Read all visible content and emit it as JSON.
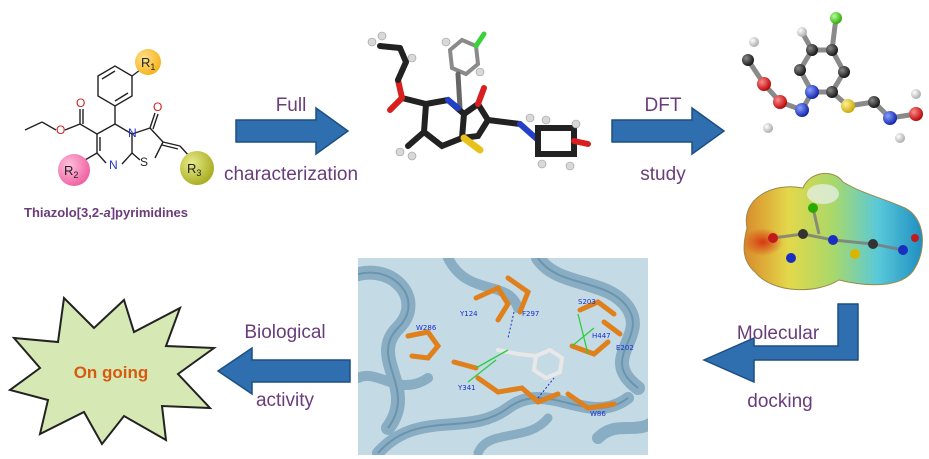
{
  "compound_class": {
    "label_before": "Thiazolo[3,2-",
    "label_italic": "a",
    "label_after": "]pyrimidines"
  },
  "substituents": {
    "r1": "R",
    "r1_sub": "1",
    "r2": "R",
    "r2_sub": "2",
    "r3": "R",
    "r3_sub": "3"
  },
  "atoms": {
    "n": "N",
    "s": "S",
    "o": "O"
  },
  "steps": {
    "characterization_line1": "Full",
    "characterization_line2": "characterization",
    "dft_line1": "DFT",
    "dft_line2": "study",
    "docking_line1": "Molecular",
    "docking_line2": "docking",
    "bio_line1": "Biological",
    "bio_line2": "activity"
  },
  "status": {
    "label": "On going"
  },
  "residues": {
    "w286": "W286",
    "y124": "Y124",
    "f297": "F297",
    "s203": "S203",
    "h447": "H447",
    "e202": "E202",
    "y341": "Y341",
    "w86": "W86"
  },
  "colors": {
    "arrow_blue": "#2f6fb0",
    "label_purple": "#6a3d7a",
    "r1_ball": "#f6b21b",
    "r2_ball": "#ef5fa0",
    "r3_ball": "#a7ac1e",
    "star_fill": "#d6e9b4",
    "star_text": "#d65a0f",
    "protein_bg": "#bcd5e0",
    "ribbon": "#7ea5bd",
    "ligand_orange": "#e58422",
    "residue_label": "#1a2fd0"
  }
}
